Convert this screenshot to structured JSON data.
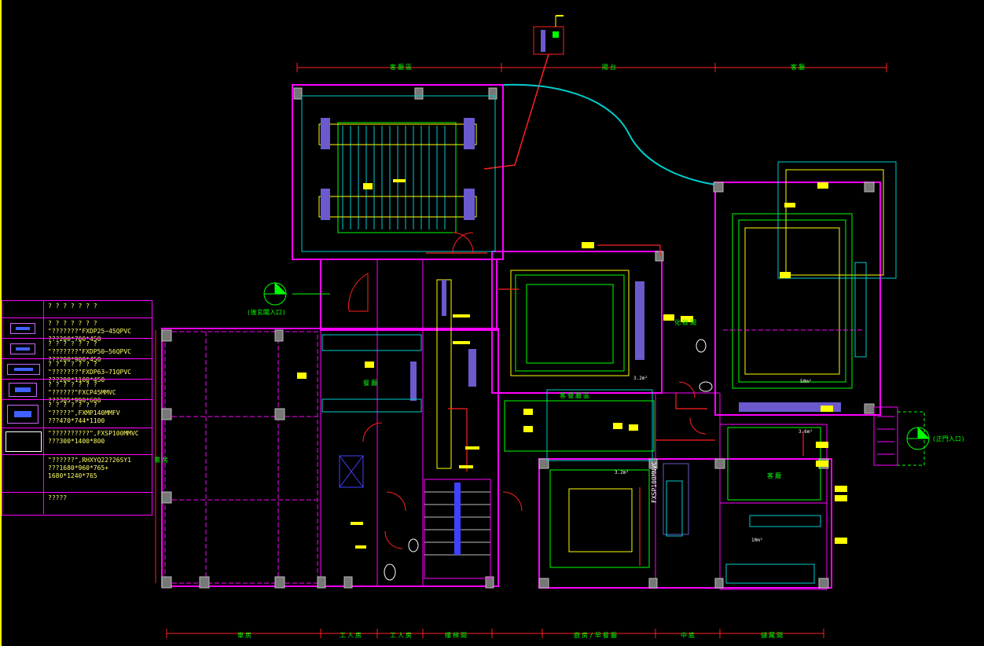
{
  "drawing": {
    "top_dimension_labels": [
      "客廳區",
      "陽台",
      "客廳"
    ],
    "bottom_dimension_labels": [
      "車房",
      "工人房",
      "工人房",
      "樓梯間",
      "廚房/早餐廳",
      "中庭",
      "儲藏間"
    ],
    "room_labels": [
      "化妝間",
      "餐廳",
      "客餐廳區",
      "客廳",
      "書房"
    ],
    "entrances": {
      "side": "(後玄關入口)",
      "main": "(正門入口)"
    },
    "area_tags": [
      "50m²",
      "3.6m²",
      "3.2m²",
      "10m²",
      "3.2m²"
    ],
    "vertical_unit_label": "FXSP100MNVC"
  },
  "legend": {
    "rows": [
      {
        "symbol": "none",
        "text": "? ? ? ? ? ? ?"
      },
      {
        "symbol": "unit-small",
        "text": "? ? ? ? ? ? ?\n\"???????\"FXDP25~45QPVC\n???200*700*450"
      },
      {
        "symbol": "unit-small",
        "text": "? ? ? ? ? ? ?\n\"???????\"FXDP50~56QPVC\n???200*900*450"
      },
      {
        "symbol": "unit-labeled",
        "text": "? ? ? ? ? ? ?\n\"???????\"FXDP63~71QPVC\n???200*1100*450"
      },
      {
        "symbol": "unit-medium",
        "text": "? ? ? ? ? ? ?\n\"??????\"FXCP45MMVC\n???305*990*600"
      },
      {
        "symbol": "unit-large",
        "text": "? ? ? ? ? ? ?\n\"?????\",FXMP140MMFV\n???470*744*1100"
      },
      {
        "symbol": "rect",
        "text": "\"??????????\",FXSP100MMVC\n???300*1400*800"
      },
      {
        "symbol": "none",
        "text": "\"??????\",RHXYQ22?26SY1\n???1680*960*765+\n1680*1240*765"
      },
      {
        "symbol": "none",
        "text": "?????"
      }
    ]
  },
  "colors": {
    "background": "#000000",
    "wall": "#ff00ff",
    "ceiling_green": "#00ff00",
    "ceiling_cyan": "#00cccc",
    "duct_red": "#ff2020",
    "tag_yellow": "#ffff00",
    "unit_purple": "#6a5acd"
  }
}
